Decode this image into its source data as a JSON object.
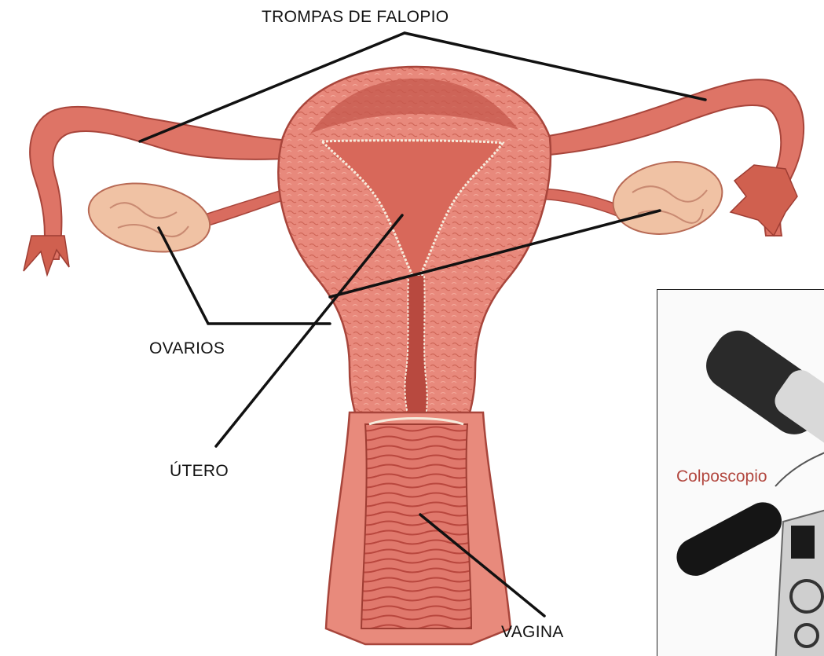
{
  "labels": {
    "fallopian_tubes": "TROMPAS DE FALOPIO",
    "ovaries": "OVARIOS",
    "uterus": "ÚTERO",
    "vagina": "VAGINA"
  },
  "inset": {
    "label": "Colposcopio"
  },
  "colors": {
    "tissue": "#e27b6e",
    "tissue_dark": "#b8493f",
    "tissue_light": "#f2a898",
    "ovary": "#f0c2a4",
    "leader_line": "#111111",
    "inset_label": "#b2473f"
  }
}
